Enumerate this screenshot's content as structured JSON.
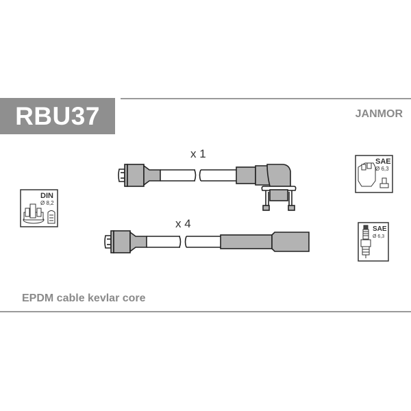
{
  "header": {
    "part_code": "RBU37",
    "brand": "JANMOR"
  },
  "cables": [
    {
      "quantity_label": "x 1",
      "type": "angled-distributor-to-straight-plug"
    },
    {
      "quantity_label": "x 4",
      "type": "straight-plug-to-straight-boot"
    }
  ],
  "badges": {
    "distributor_din": {
      "standard": "DIN",
      "diameter": "Ø 8,2"
    },
    "coil_sae": {
      "standard": "SAE",
      "diameter": "Ø 6,3"
    },
    "spark_plug_sae": {
      "standard": "SAE",
      "diameter": "Ø 6,3"
    }
  },
  "footer": {
    "description": "EPDM cable kevlar core"
  },
  "colors": {
    "header_box": "#8f8f8f",
    "part_fill": "#b3b3b3",
    "outline": "#222222",
    "muted_text": "#8a8a8a"
  }
}
